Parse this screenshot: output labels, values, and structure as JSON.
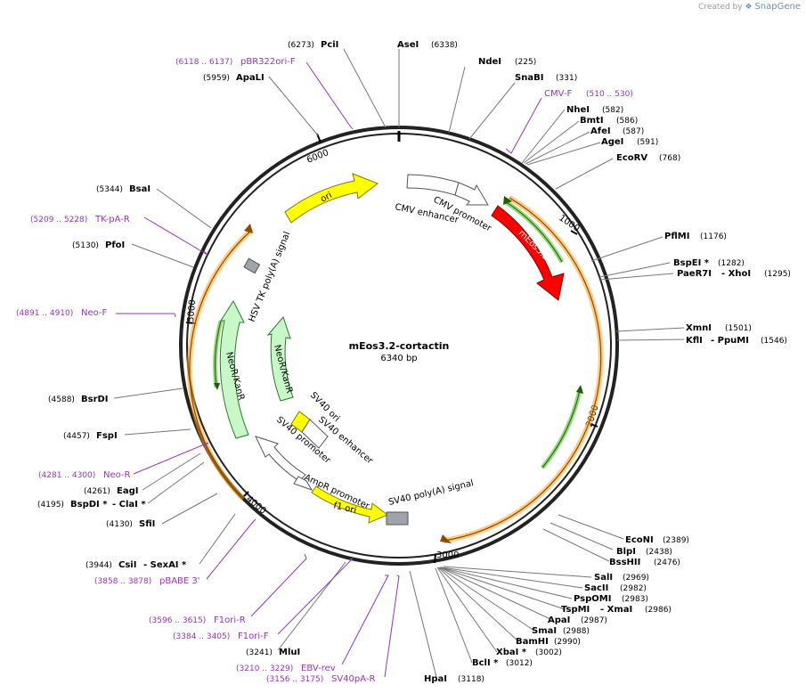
{
  "brand": {
    "created_by": "Created by",
    "name": "SnapGene"
  },
  "plasmid": {
    "name": "mEos3.2-cortactin",
    "length_label": "6340 bp",
    "length": 6340
  },
  "ticks": [
    "1000",
    "2000",
    "3000",
    "4000",
    "5000",
    "6000"
  ],
  "colors": {
    "ring": "#222222",
    "primer": "#9b30c9",
    "mEos": "#ff0000",
    "yellow": "#ffff00",
    "neo": "#c8f7c8",
    "gray": "#a0a3aa",
    "orf_green": "#4bbf1e",
    "orf_orange": "#ff9f1c"
  },
  "features": {
    "mEos": "mEos3.2",
    "ori": "ori",
    "cmv_promoter": "CMV promoter",
    "cmv_enhancer": "CMV enhancer",
    "hsv": "HSV TK poly(A) signal",
    "neo_outer": "NeoR/KanR",
    "neo_inner": "NeoR/KanR",
    "sv40_ori": "SV40 ori",
    "sv40_enh": "SV40 enhancer",
    "sv40_prom": "SV40 promoter",
    "ampr_prom": "AmpR promoter",
    "f1ori": "f1 ori",
    "sv40pa": "SV40 poly(A) signal"
  },
  "sites": {
    "pciI": {
      "pos": "(6273)",
      "name": "PciI"
    },
    "aseI": {
      "name": "AseI",
      "pos": "(6338)"
    },
    "ndeI": {
      "name": "NdeI",
      "pos": "(225)"
    },
    "snaBI": {
      "name": "SnaBI",
      "pos": "(331)"
    },
    "nheI": {
      "name": "NheI",
      "pos": "(582)"
    },
    "bmtI": {
      "name": "BmtI",
      "pos": "(586)"
    },
    "afeI": {
      "name": "AfeI",
      "pos": "(587)"
    },
    "ageI": {
      "name": "AgeI",
      "pos": "(591)"
    },
    "ecoRV": {
      "name": "EcoRV",
      "pos": "(768)"
    },
    "pflMI": {
      "name": "PflMI",
      "pos": "(1176)"
    },
    "bspEI": {
      "name": "BspEI *",
      "pos": "(1282)"
    },
    "paeR7I": {
      "name": "PaeR7I",
      "sep": "- XhoI",
      "pos": "(1295)"
    },
    "xmnI": {
      "name": "XmnI",
      "pos": "(1501)"
    },
    "kflI": {
      "name": "KflI",
      "sep": "- PpuMI",
      "pos": "(1546)"
    },
    "ecoNI": {
      "name": "EcoNI",
      "pos": "(2389)"
    },
    "blpI": {
      "name": "BlpI",
      "pos": "(2438)"
    },
    "bssHII": {
      "name": "BssHII",
      "pos": "(2476)"
    },
    "salI": {
      "name": "SalI",
      "pos": "(2969)"
    },
    "sacII": {
      "name": "SacII",
      "pos": "(2982)"
    },
    "pspOMI": {
      "name": "PspOMI",
      "pos": "(2983)"
    },
    "tspMI": {
      "name": "TspMI",
      "sep": "- XmaI",
      "pos": "(2986)"
    },
    "apaI": {
      "name": "ApaI",
      "pos": "(2987)"
    },
    "smaI": {
      "name": "SmaI",
      "pos": "(2988)"
    },
    "bamHI": {
      "name": "BamHI",
      "pos": "(2990)"
    },
    "xbaI": {
      "name": "XbaI *",
      "pos": "(3002)"
    },
    "bclI": {
      "name": "BclI *",
      "pos": "(3012)"
    },
    "hpaI": {
      "name": "HpaI",
      "pos": "(3118)"
    },
    "mluI": {
      "pos": "(3241)",
      "name": "MluI"
    },
    "csiI": {
      "pos": "(3944)",
      "name": "CsiI",
      "sep": "- SexAI *"
    },
    "sfiI": {
      "pos": "(4130)",
      "name": "SfiI"
    },
    "bspDI": {
      "pos": "(4195)",
      "name": "BspDI *",
      "sep": "- ClaI *"
    },
    "eagI": {
      "pos": "(4261)",
      "name": "EagI"
    },
    "fspI": {
      "pos": "(4457)",
      "name": "FspI"
    },
    "bsrDI": {
      "pos": "(4588)",
      "name": "BsrDI"
    },
    "pfoI": {
      "pos": "(5130)",
      "name": "PfoI"
    },
    "bsaI": {
      "pos": "(5344)",
      "name": "BsaI"
    },
    "apaLI": {
      "pos": "(5959)",
      "name": "ApaLI"
    }
  },
  "primers": {
    "pbr322": {
      "pos": "(6118 .. 6137)",
      "name": "pBR322ori-F"
    },
    "cmvF": {
      "name": "CMV-F",
      "pos": "(510 .. 530)"
    },
    "tkpa": {
      "pos": "(5209 .. 5228)",
      "name": "TK-pA-R"
    },
    "neoF": {
      "pos": "(4891 .. 4910)",
      "name": "Neo-F"
    },
    "neoR": {
      "pos": "(4281 .. 4300)",
      "name": "Neo-R"
    },
    "pbabe": {
      "pos": "(3858 .. 3878)",
      "name": "pBABE 3'"
    },
    "f1oriR": {
      "pos": "(3596 .. 3615)",
      "name": "F1ori-R"
    },
    "f1oriF": {
      "pos": "(3384 .. 3405)",
      "name": "F1ori-F"
    },
    "ebv": {
      "pos": "(3210 .. 3229)",
      "name": "EBV-rev"
    },
    "sv40pa": {
      "pos": "(3156 .. 3175)",
      "name": "SV40pA-R"
    }
  }
}
